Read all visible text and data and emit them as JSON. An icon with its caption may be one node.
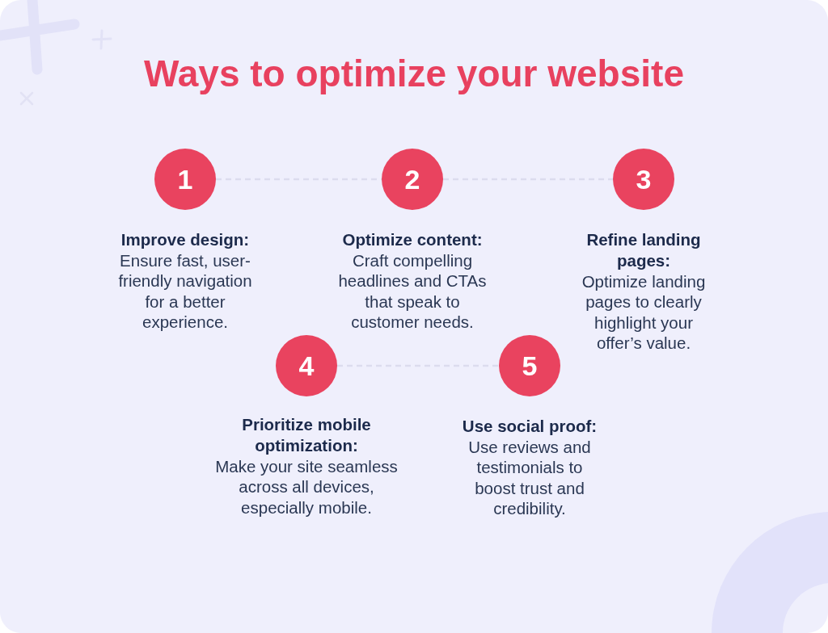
{
  "diagram": {
    "title": "Ways to optimize your website",
    "nodes": [
      {
        "text": [
          "1"
        ],
        "beside": [
          "Improve design:",
          "Ensure fast, user-friendly navigation for a better experience."
        ]
      },
      {
        "text": [
          "2"
        ],
        "beside": [
          "Optimize content:",
          "Craft compelling headlines and CTAs that speak to customer needs."
        ]
      },
      {
        "text": [
          "3"
        ],
        "beside": [
          "Refine landing pages:",
          "Optimize landing pages to clearly highlight your offer’s value."
        ]
      },
      {
        "text": [
          "4"
        ],
        "beside": [
          "Prioritize mobile optimization:",
          "Make your site seamless across all devices, especially mobile."
        ]
      },
      {
        "text": [
          "5"
        ],
        "beside": [
          "Use social proof:",
          "Use reviews and testimonials to boost trust and credibility."
        ]
      }
    ],
    "edges": [
      {
        "from": 0,
        "to": 1,
        "arrow": "none",
        "style": "dashed"
      },
      {
        "from": 1,
        "to": 2,
        "arrow": "none",
        "style": "dashed"
      },
      {
        "from": 3,
        "to": 4,
        "arrow": "none",
        "style": "dashed"
      }
    ]
  }
}
